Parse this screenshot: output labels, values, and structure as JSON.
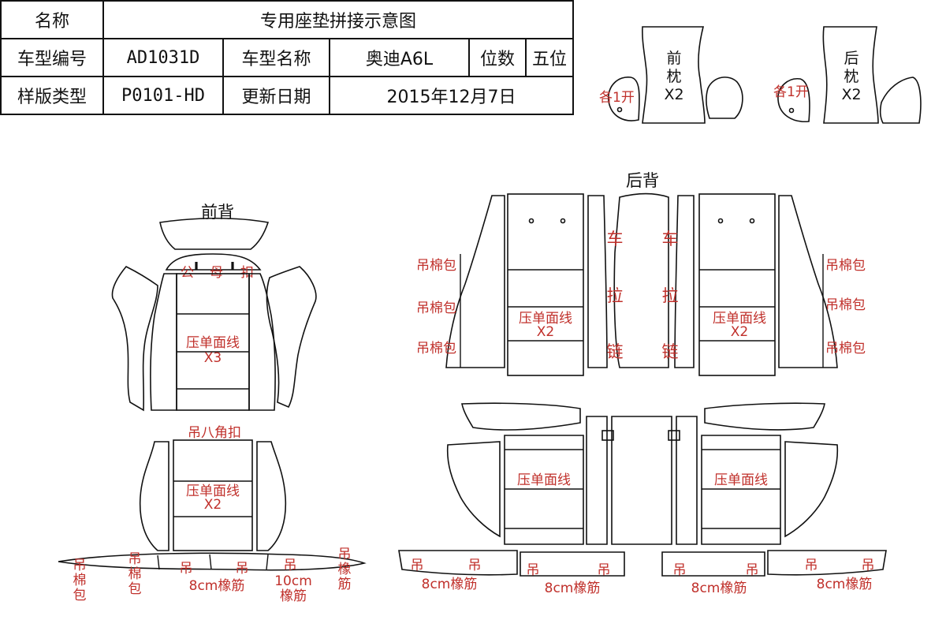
{
  "info_table": {
    "name_label": "名称",
    "name_value": "专用座垫拼接示意图",
    "model_no_label": "车型编号",
    "model_no_value": "AD1031D",
    "model_name_label": "车型名称",
    "model_name_value": "奥迪A6L",
    "seats_label": "位数",
    "seats_value": "五位",
    "pattern_type_label": "样版类型",
    "pattern_type_value": "P0101-HD",
    "update_label": "更新日期",
    "update_value": "2015年12月7日"
  },
  "headrests": {
    "front_title_1": "前",
    "front_title_2": "枕",
    "front_qty": "X2",
    "front_note": "各1开",
    "rear_title_1": "后",
    "rear_title_2": "枕",
    "rear_qty": "X2",
    "rear_note": "各1开"
  },
  "front_back": {
    "title": "前背",
    "clip_male": "公",
    "clip_female": "母",
    "clip_buckle": "扣",
    "press_line": "压单面线",
    "press_qty": "X3"
  },
  "front_seat": {
    "hang_clip": "吊八角扣",
    "press_line": "压单面线",
    "press_qty": "X2"
  },
  "front_bottom": {
    "hang_cotton_1": "吊",
    "hang_cotton_2": "棉",
    "hang_cotton_3": "包",
    "hang": "吊",
    "elastic_8": "8cm橡筋",
    "elastic_10a": "10cm",
    "elastic_10b": "橡筋",
    "rubber_1": "橡",
    "rubber_2": "筋"
  },
  "rear_back": {
    "title": "后背",
    "hang_cotton": "吊棉包",
    "zipper_1": "车",
    "zipper_2": "拉",
    "zipper_3": "链",
    "press_line": "压单面线",
    "press_qty": "X2"
  },
  "rear_seat": {
    "press_line": "压单面线",
    "hang": "吊",
    "elastic": "8cm橡筋"
  }
}
